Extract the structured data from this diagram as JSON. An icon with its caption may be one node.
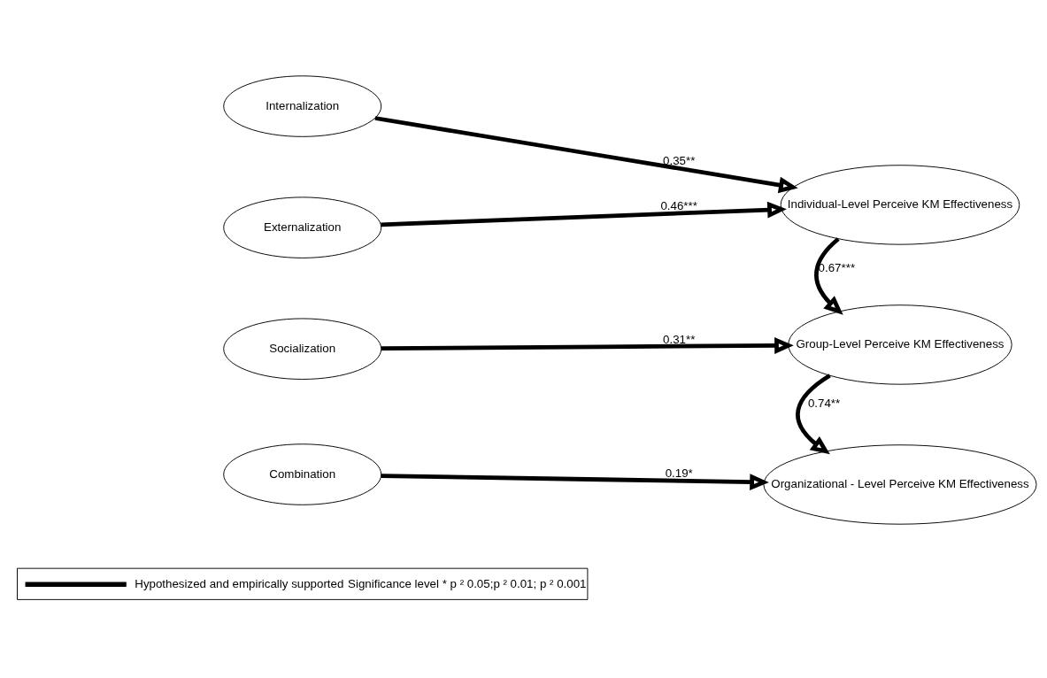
{
  "diagram": {
    "nodes": [
      {
        "text": [
          "Internalization"
        ]
      },
      {
        "text": [
          "Externalization"
        ]
      },
      {
        "text": [
          "Socialization"
        ]
      },
      {
        "text": [
          "Combination"
        ]
      },
      {
        "text": [
          "Individual-Level Perceive KM Effectiveness"
        ]
      },
      {
        "text": [
          "Group-Level Perceive KM Effectiveness"
        ]
      },
      {
        "text": [
          "Organizational - Level Perceive KM Effectiveness"
        ]
      }
    ],
    "edges": [
      {
        "from": 0,
        "to": 4,
        "arrow": "to",
        "label": "0.35**"
      },
      {
        "from": 1,
        "to": 4,
        "arrow": "to",
        "label": "0.46***"
      },
      {
        "from": 4,
        "to": 5,
        "arrow": "to",
        "label": "0.67***"
      },
      {
        "from": 2,
        "to": 5,
        "arrow": "to",
        "label": "0.31**"
      },
      {
        "from": 5,
        "to": 6,
        "arrow": "to",
        "label": "0.74**"
      },
      {
        "from": 3,
        "to": 6,
        "arrow": "to",
        "label": "0.19*"
      }
    ],
    "labels": [
      "Significance level * p ² 0.05;p ² 0.01; p ² 0.001"
    ],
    "legend": [
      {
        "text": "Hypothesized and empirically supported"
      }
    ]
  }
}
